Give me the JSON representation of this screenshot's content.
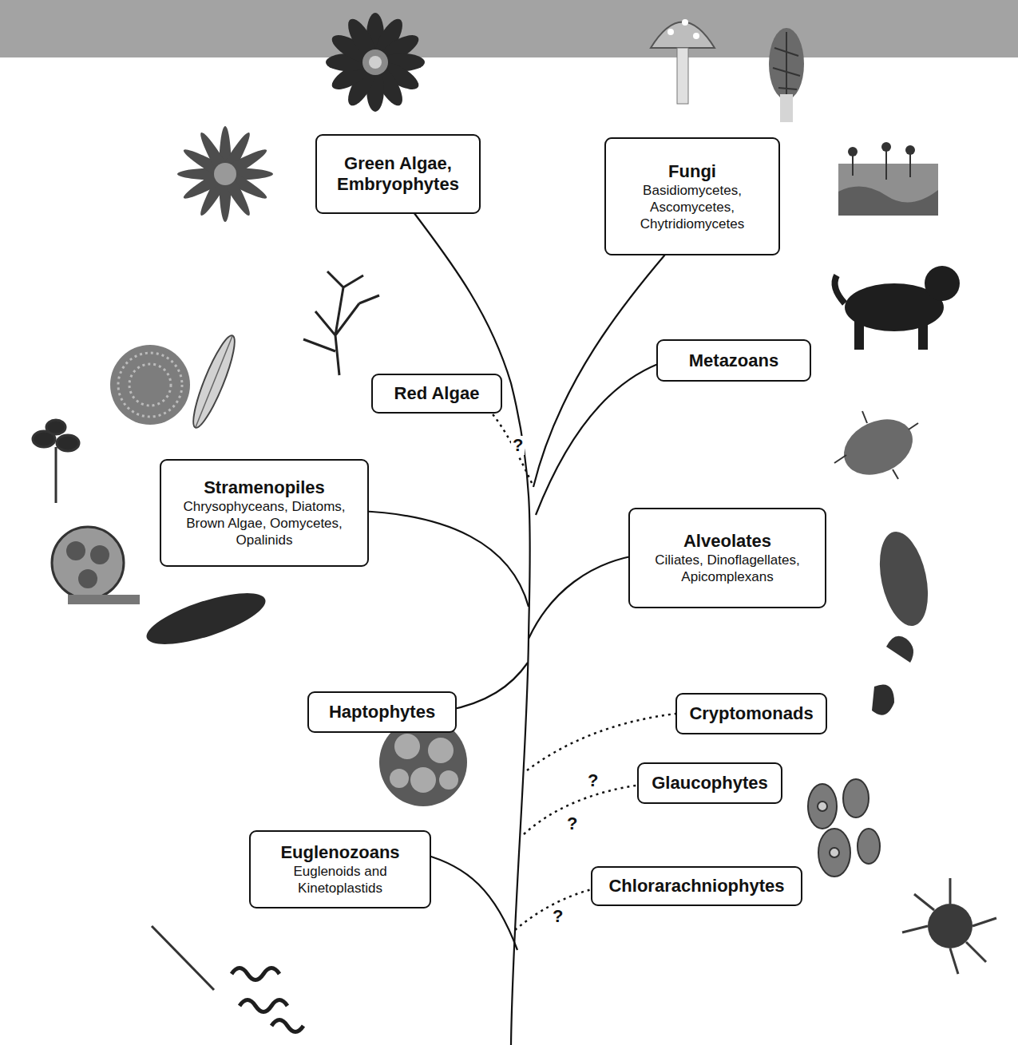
{
  "diagram": {
    "nodes": [
      {
        "text": [
          "Green Algae, Embryophytes"
        ]
      },
      {
        "text": [
          "Fungi",
          "Basidiomycetes, Ascomycetes, Chytridiomycetes"
        ]
      },
      {
        "text": [
          "Metazoans"
        ]
      },
      {
        "text": [
          "Red Algae"
        ]
      },
      {
        "text": [
          "Stramenopiles",
          "Chrysophyceans, Diatoms, Brown Algae, Oomycetes, Opalinids"
        ]
      },
      {
        "text": [
          "Alveolates",
          "Ciliates, Dinoflagellates, Apicomplexans"
        ]
      },
      {
        "text": [
          "Haptophytes"
        ]
      },
      {
        "text": [
          "Cryptomonads"
        ]
      },
      {
        "text": [
          "Glaucophytes"
        ]
      },
      {
        "text": [
          "Euglenozoans",
          "Euglenoids and Kinetoplastids"
        ]
      },
      {
        "text": [
          "Chlorarachniophytes"
        ]
      }
    ],
    "labels": [
      "?",
      "?",
      "?",
      "?"
    ]
  }
}
